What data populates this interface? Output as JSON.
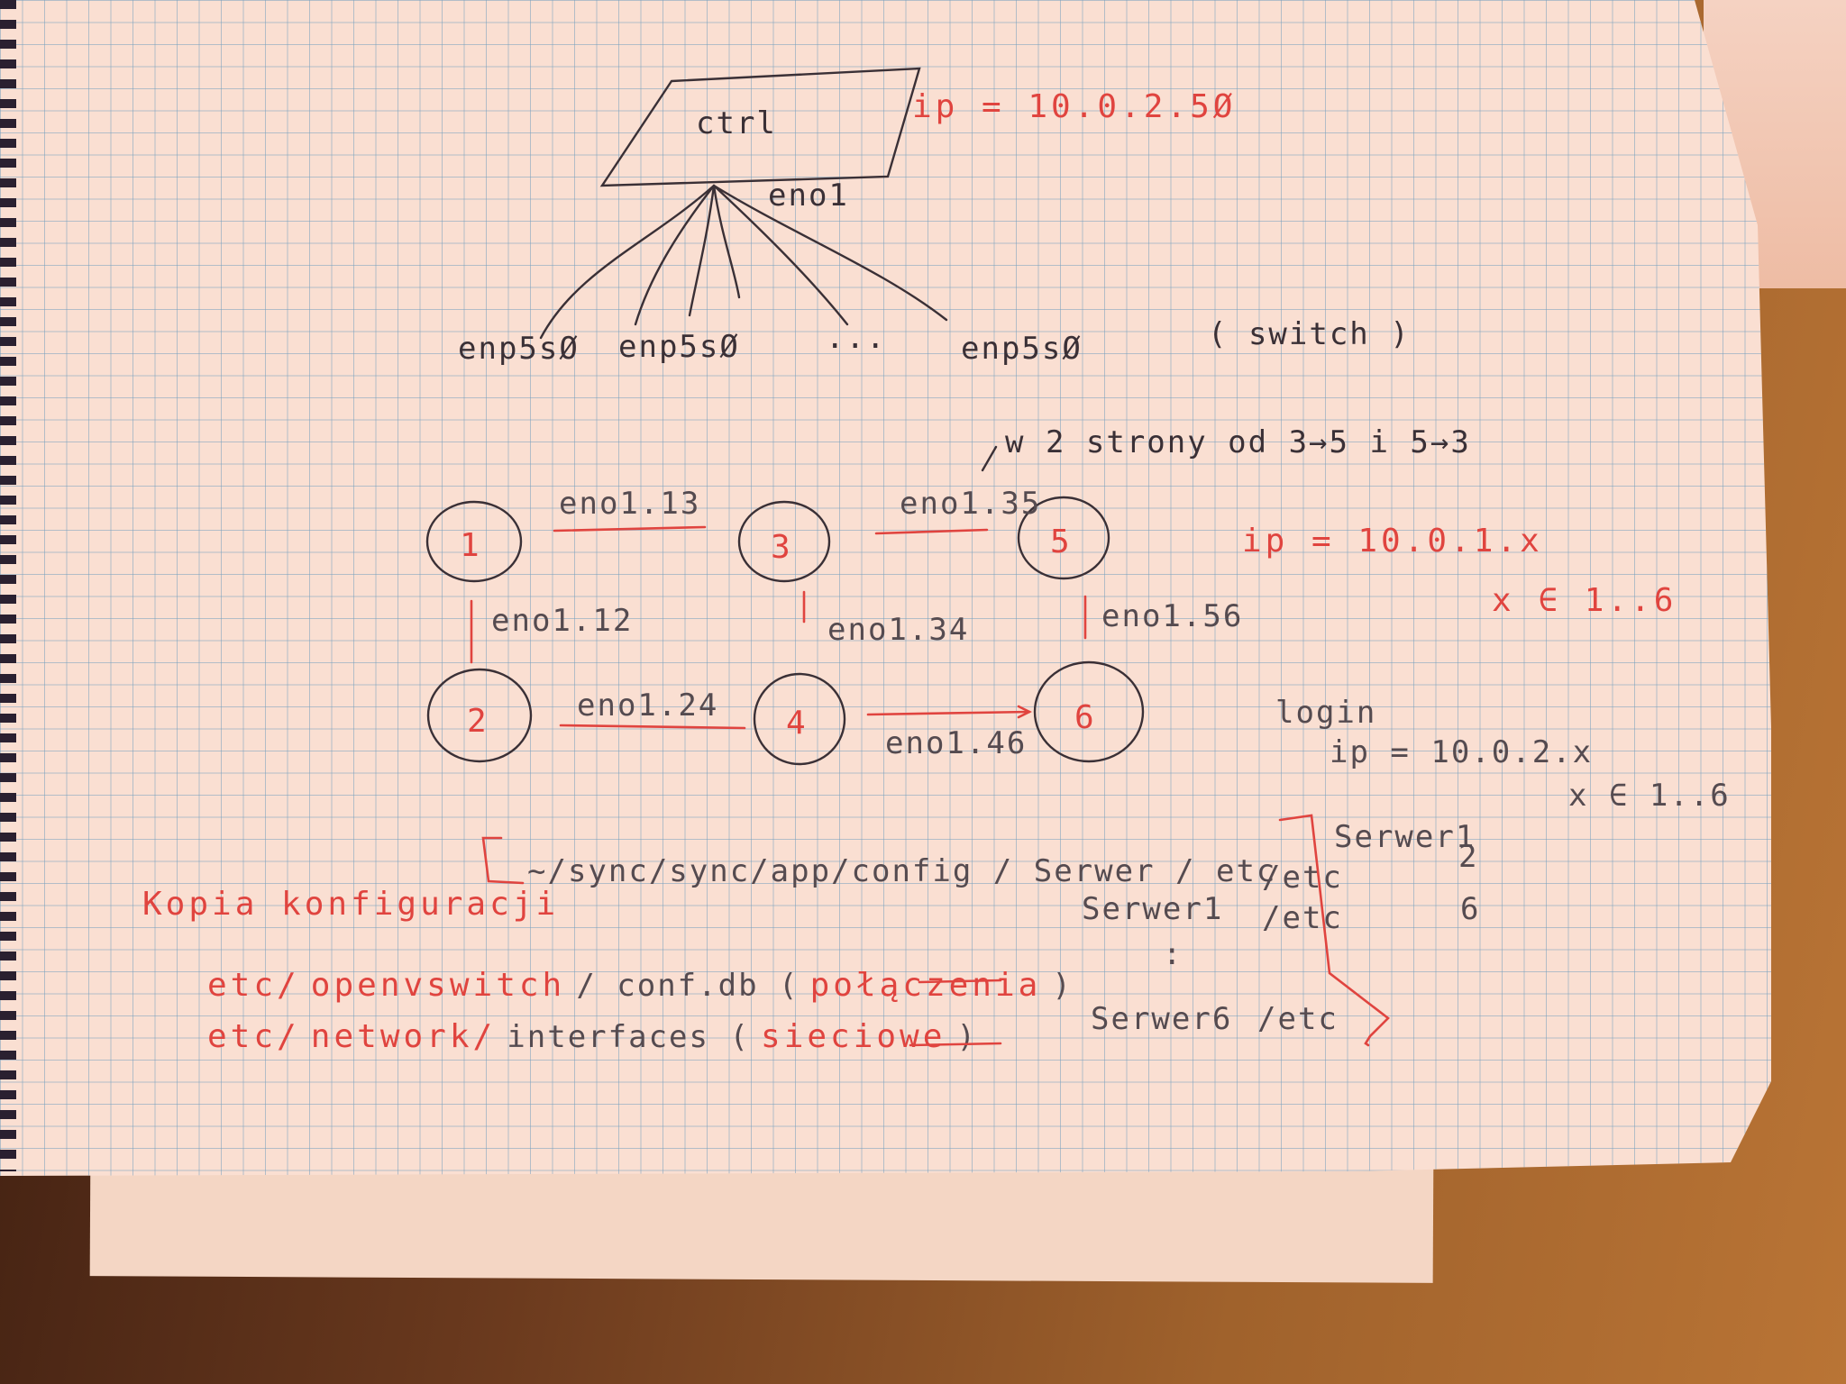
{
  "controller": {
    "label": "ctrl",
    "ip": "ip = 10.0.2.5Ø",
    "uplink": "eno1"
  },
  "switch_ports": [
    "enp5sØ",
    "enp5sØ",
    "...",
    "enp5sØ"
  ],
  "switch_note": "( switch )",
  "direction_note": "w 2 strony od 3→5 i 5→3",
  "nodes": [
    {
      "id": "1",
      "color": "#e0443f"
    },
    {
      "id": "2",
      "color": "#e0443f"
    },
    {
      "id": "3",
      "color": "#e0443f"
    },
    {
      "id": "4",
      "color": "#e0443f"
    },
    {
      "id": "5",
      "color": "#e0443f"
    },
    {
      "id": "6",
      "color": "#e0443f"
    }
  ],
  "links": {
    "l13": "eno1.13",
    "l35": "eno1.35",
    "l12": "eno1.12",
    "l34": "eno1.34",
    "l56": "eno1.56",
    "l24": "eno1.24",
    "l46": "eno1.46"
  },
  "data_net": {
    "ip": "ip = 10.0.1.x",
    "range": "x ∈ 1..6"
  },
  "login_net": {
    "title": "login",
    "ip": "ip = 10.0.2.x",
    "range": "x ∈ 1..6"
  },
  "config": {
    "heading": "Kopia konfiguracji",
    "path": "~/sync/sync/app/config / Serwer / etc",
    "line1_prefix": "etc/",
    "line1_red": "openvswitch",
    "line1_rest": "/ conf.db (",
    "line1_under": "połączenia",
    "line1_end": ")",
    "line2_prefix": "etc/",
    "line2_red": "network/",
    "line2_rest": "interfaces (",
    "line2_under": "sieciowe",
    "line2_end": ")",
    "server1": "Serwer1",
    "server6": "Serwer6",
    "etc": "/etc",
    "etc_b": "/etc",
    "etc_c": "/etc",
    "servers_side": "Serwer1",
    "num2": "2",
    "num6": "6",
    "dots": ":"
  },
  "colors": {
    "ink": "#3a3036",
    "red": "#e0443f",
    "paper": "#fadfd2",
    "grid": "#78a0be"
  }
}
